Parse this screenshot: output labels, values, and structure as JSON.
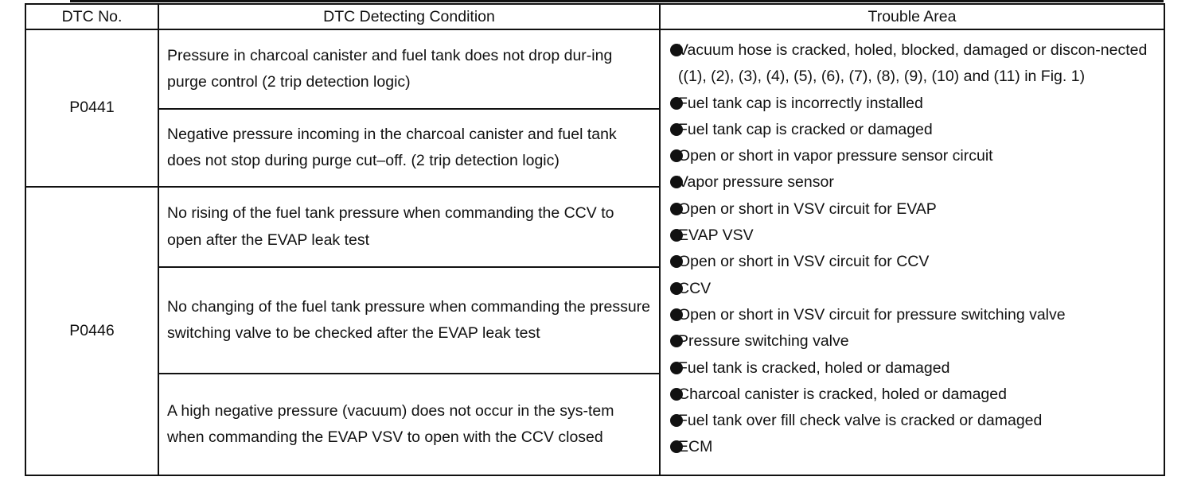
{
  "table": {
    "headers": {
      "dtc_no": "DTC No.",
      "condition": "DTC Detecting Condition",
      "trouble_area": "Trouble Area"
    },
    "groups": [
      {
        "code": "P0441",
        "conditions": [
          "Pressure in charcoal canister and fuel tank does not drop dur-ing purge control (2 trip detection logic)",
          "Negative pressure incoming in the charcoal canister and fuel tank does not stop during purge cut–off. (2 trip detection logic)"
        ]
      },
      {
        "code": "P0446",
        "conditions": [
          "No rising of the fuel tank pressure when commanding the CCV to open after the EVAP leak test",
          "No changing of the fuel tank pressure when commanding the pressure switching valve to be checked after the EVAP leak test",
          "A high negative pressure (vacuum) does not occur in the sys-tem when commanding the EVAP VSV to open with the CCV closed"
        ]
      }
    ],
    "trouble_areas": [
      "Vacuum hose is cracked, holed, blocked, damaged or discon-nected ((1), (2), (3), (4), (5), (6), (7), (8), (9), (10) and (11) in Fig. 1)",
      "Fuel tank cap is incorrectly installed",
      "Fuel tank cap is cracked or damaged",
      "Open or short in vapor pressure sensor circuit",
      "Vapor pressure sensor",
      "Open or short in VSV circuit for EVAP",
      "EVAP VSV",
      "Open or short in VSV circuit for CCV",
      "CCV",
      "Open or short in VSV circuit for pressure switching valve",
      "Pressure switching valve",
      "Fuel tank is cracked, holed or damaged",
      "Charcoal canister is cracked, holed or damaged",
      "Fuel tank over fill check valve is cracked or damaged",
      "ECM"
    ],
    "bullet_icon": "filled-circle-icon"
  }
}
